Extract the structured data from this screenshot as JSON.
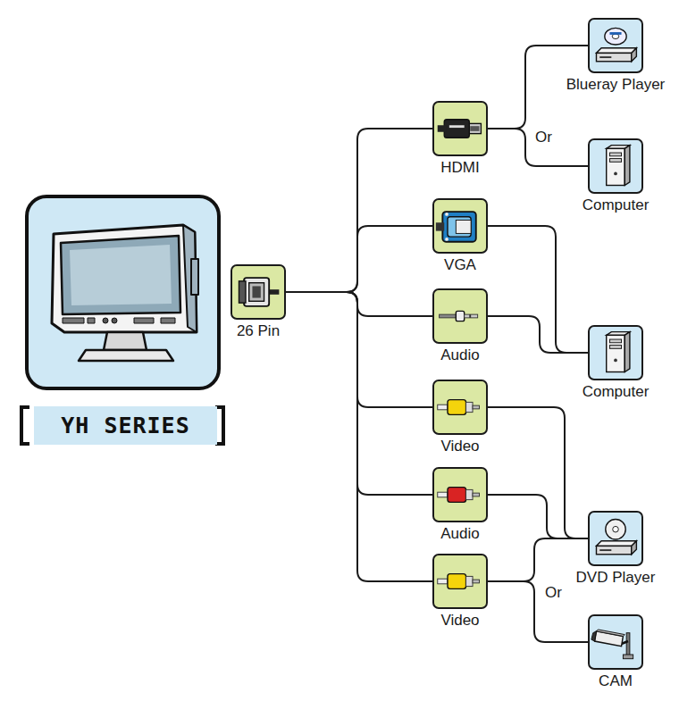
{
  "diagram": {
    "nodes": [
      {
        "text": [
          "YH SERIES"
        ]
      },
      {
        "text": [
          "26 Pin"
        ]
      },
      {
        "text": [
          "HDMI"
        ]
      },
      {
        "text": [
          "VGA"
        ]
      },
      {
        "text": [
          "Audio"
        ]
      },
      {
        "text": [
          "Video"
        ]
      },
      {
        "text": [
          "Audio"
        ]
      },
      {
        "text": [
          "Video"
        ]
      },
      {
        "text": [
          "Blueray Player"
        ]
      },
      {
        "text": [
          "Computer"
        ]
      },
      {
        "text": [
          "Computer"
        ]
      },
      {
        "text": [
          "DVD Player"
        ]
      },
      {
        "text": [
          "CAM"
        ]
      }
    ],
    "edges": [
      {
        "from": 1,
        "to": 2,
        "arrow": "none"
      },
      {
        "from": 1,
        "to": 3,
        "arrow": "none"
      },
      {
        "from": 1,
        "to": 4,
        "arrow": "none"
      },
      {
        "from": 1,
        "to": 5,
        "arrow": "none"
      },
      {
        "from": 1,
        "to": 6,
        "arrow": "none"
      },
      {
        "from": 1,
        "to": 7,
        "arrow": "none"
      },
      {
        "from": 2,
        "to": 8,
        "arrow": "none"
      },
      {
        "from": 2,
        "to": 9,
        "arrow": "none"
      },
      {
        "from": 3,
        "to": 10,
        "arrow": "none"
      },
      {
        "from": 4,
        "to": 10,
        "arrow": "none"
      },
      {
        "from": 5,
        "to": 11,
        "arrow": "none"
      },
      {
        "from": 6,
        "to": 11,
        "arrow": "none"
      },
      {
        "from": 7,
        "to": 11,
        "arrow": "none"
      },
      {
        "from": 7,
        "to": 12,
        "arrow": "none"
      }
    ],
    "labels": [
      "Or",
      "Or"
    ]
  }
}
